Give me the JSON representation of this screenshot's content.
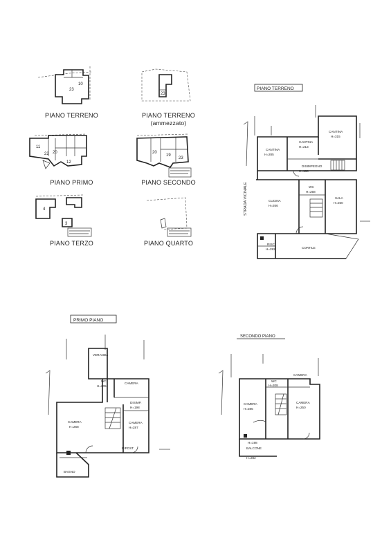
{
  "thumbnails": [
    {
      "caption": "PIANO TERRENO",
      "rooms": [
        "23",
        "10"
      ]
    },
    {
      "caption": "PIANO TERRENO",
      "caption2": "(ammezzato)",
      "rooms": [
        "23"
      ]
    },
    {
      "caption": "PIANO PRIMO",
      "rooms": [
        "11",
        "22",
        "20",
        "12"
      ]
    },
    {
      "caption": "PIANO SECONDO",
      "rooms": [
        "20",
        "19",
        "23"
      ]
    },
    {
      "caption": "PIANO TERZO",
      "rooms": [
        "4",
        "3"
      ]
    },
    {
      "caption": "PIANO QUARTO",
      "rooms": []
    }
  ],
  "plans": {
    "ground": {
      "title": "PIANO TERRENO",
      "street": "STRADA VICINALE",
      "rooms": [
        {
          "name": "CANTINA",
          "h": "H=285"
        },
        {
          "name": "CANTINA",
          "h": "H=213"
        },
        {
          "name": "CANTINA",
          "h": "H=315"
        },
        {
          "name": "DISIMPEGNO",
          "h": "H=188"
        },
        {
          "name": "WC",
          "h": "H=258"
        },
        {
          "name": "CUCINA",
          "h": "H=266"
        },
        {
          "name": "SALA",
          "h": "H=250"
        },
        {
          "name": "RISC.",
          "h": "H=282"
        },
        {
          "name": "CORTILE",
          "h": ""
        }
      ]
    },
    "first": {
      "title": "PRIMO PIANO",
      "rooms": [
        {
          "name": "VERANDA",
          "h": ""
        },
        {
          "name": "WC",
          "h": "H=205"
        },
        {
          "name": "CAMERA",
          "h": ""
        },
        {
          "name": "DISIMP.",
          "h": "H=198"
        },
        {
          "name": "CAMERA",
          "h": "H=268"
        },
        {
          "name": "CAMERA",
          "h": "H=287"
        },
        {
          "name": "BAGNO",
          "h": ""
        },
        {
          "name": "RIPOST.",
          "h": ""
        }
      ]
    },
    "second": {
      "title": "SECONDO PIANO",
      "rooms": [
        {
          "name": "WC",
          "h": "H=208"
        },
        {
          "name": "CAMERA",
          "h": ""
        },
        {
          "name": "CAMERA",
          "h": "H=285"
        },
        {
          "name": "CAMERA",
          "h": "H=250"
        },
        {
          "name": "H=198",
          "h": ""
        },
        {
          "name": "BALCONE",
          "h": ""
        },
        {
          "name": "H=282",
          "h": ""
        }
      ]
    }
  }
}
